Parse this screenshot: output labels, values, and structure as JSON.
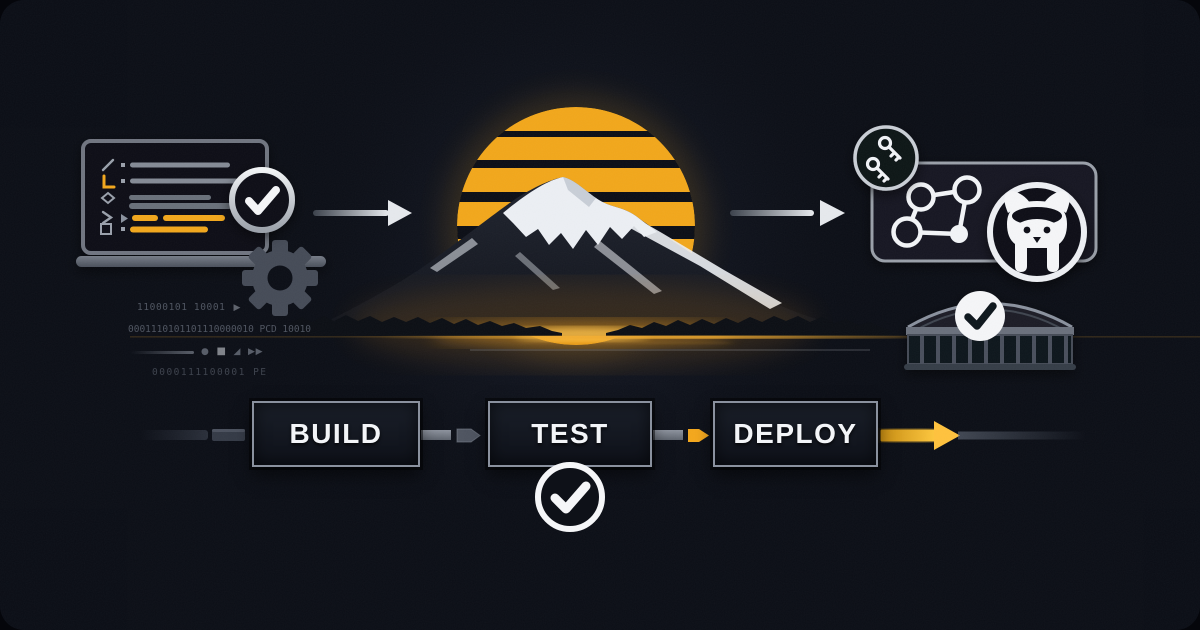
{
  "scene": {
    "description": "Dark CI/CD pipeline hero illustration: code editor with passing checks, gear, arrows through a Mt. Fuji sunrise, integrations card with commit keys, network graph and ferret mascot, datacenter with passing check, and a BUILD-TEST-DEPLOY pipeline",
    "colors": {
      "background": "#0B0E16",
      "accent_orange": "#F2A71B",
      "silver": "#E8EBEF",
      "box_border": "#8A919E",
      "label_text": "#F3F5F8",
      "mountain_dark": "#171B24",
      "snow_white": "#ECEFF4"
    }
  },
  "icons": {
    "editor_badge": "check-icon",
    "gear": "gear-icon",
    "arrow_left": "arrow-right-icon",
    "arrow_right": "arrow-right-icon",
    "keys_badge": "key-icon",
    "graph": "network-graph-icon",
    "mascot": "ferret-icon",
    "building": "stadium-icon",
    "building_badge": "check-icon",
    "test_badge": "check-icon"
  },
  "code_overlay": {
    "row1": "11000101 10001",
    "row1_icon": "▶",
    "row2": "0001110101101110000010 PCD 10010",
    "row3_icons": {
      "dot": "●",
      "square": "■",
      "wedge": "◢",
      "play": "▶▶"
    },
    "row4": "0000111100001 PE"
  },
  "pipeline": {
    "stages": [
      {
        "label": "BUILD",
        "status": "none"
      },
      {
        "label": "TEST",
        "status": "passed"
      },
      {
        "label": "DEPLOY",
        "status": "none"
      }
    ]
  }
}
